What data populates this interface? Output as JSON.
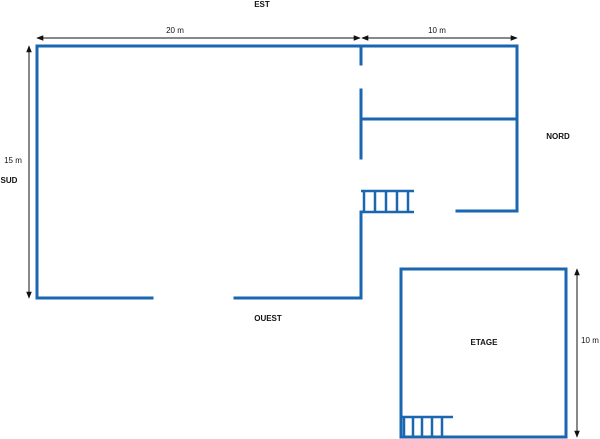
{
  "plan": {
    "compass": {
      "east": "EST",
      "north": "NORD",
      "south": "SUD",
      "west": "OUEST"
    },
    "upper_floor": "ETAGE",
    "dimensions": {
      "main_width": "20 m",
      "annex_width": "10 m",
      "main_height": "15 m",
      "upper_height": "10 m"
    }
  },
  "colors": {
    "wall": "#1a66b0",
    "dimension_line": "#111111",
    "background": "#ffffff"
  }
}
